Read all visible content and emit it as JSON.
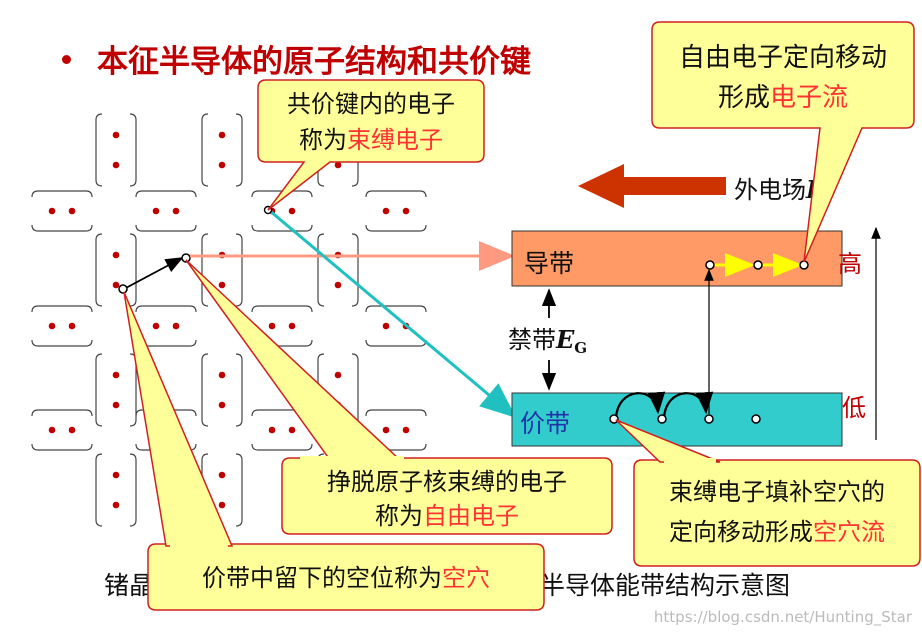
{
  "title": "本征半导体的原子结构和共价键",
  "callouts": {
    "bound_electron": {
      "line1": "共价键内的电子",
      "line2_prefix": "称为",
      "line2_highlight": "束缚电子"
    },
    "free_electron_current": {
      "line1": "自由电子定向移动",
      "line2_prefix": "形成",
      "line2_highlight": "电子流"
    },
    "free_electron": {
      "line1": "挣脱原子核束缚的电子",
      "line2_prefix": "称为",
      "line2_highlight": "自由电子"
    },
    "hole": {
      "prefix": "价带中留下的空位称为",
      "highlight": "空穴"
    },
    "hole_current": {
      "line1": "束缚电子填补空穴的",
      "line2_prefix": "定向移动形成",
      "line2_highlight": "空穴流"
    }
  },
  "band": {
    "conduction_label": "导带",
    "valence_label": "价带",
    "gap_label": "禁带",
    "gap_symbol": "E",
    "gap_subscript": "G",
    "field_label": "外电场",
    "field_symbol": "E",
    "high_label": "高",
    "low_label": "低"
  },
  "captions": {
    "left": "锗晶",
    "right": "半导体能带结构示意图"
  },
  "watermark": "https://blog.csdn.net/Hunting_Star",
  "colors": {
    "title": "#c00000",
    "highlight": "#ff3333",
    "callout_fill": "#ffff99",
    "callout_stroke": "#d02020",
    "conduction_band": "#ff9966",
    "valence_band": "#33cccc",
    "field_arrow": "#cc3300",
    "teal_line": "#20c0c0",
    "salmon_line": "#ff9980",
    "yellow_arrow": "#ffff00",
    "atom_dot": "#c00000"
  }
}
